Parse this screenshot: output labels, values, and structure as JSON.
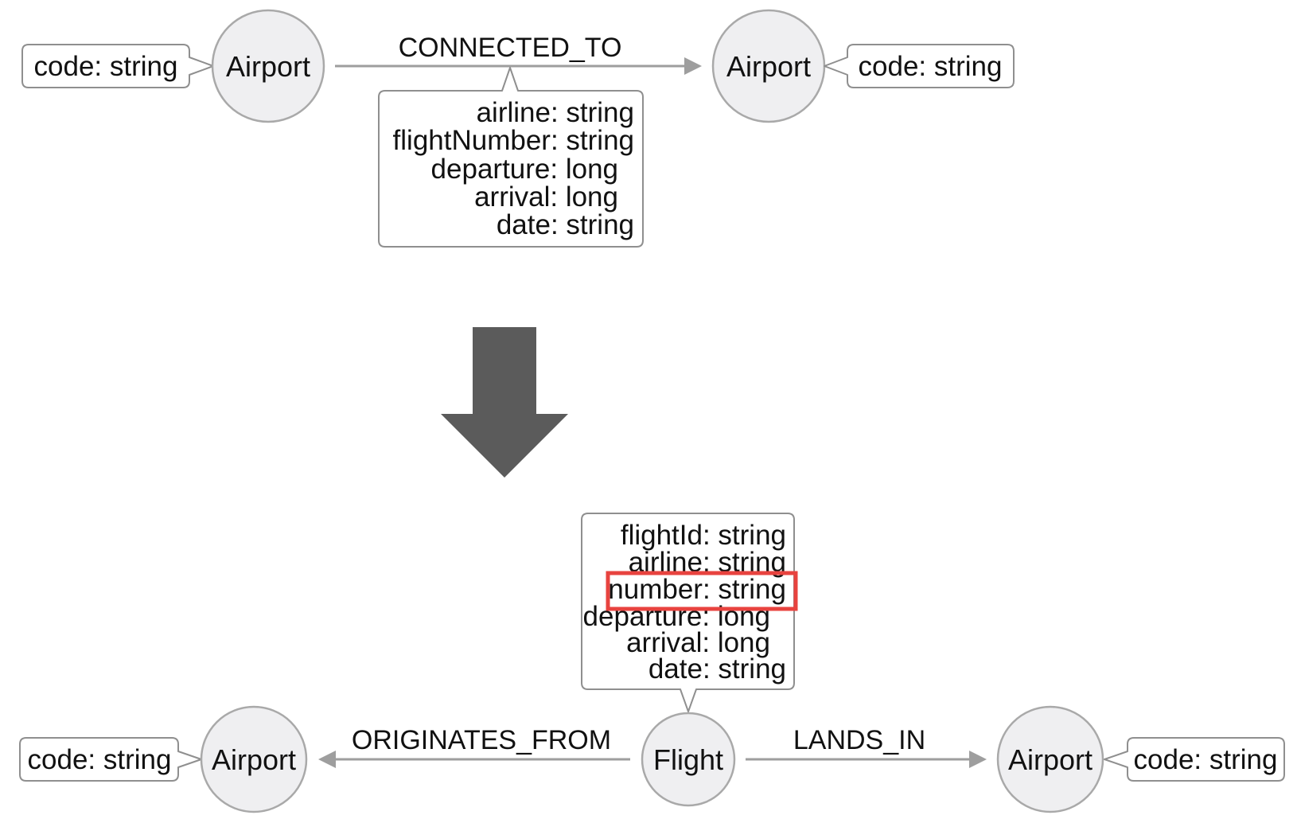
{
  "colors": {
    "highlight": "#e8433f",
    "transform_arrow": "#5b5b5b",
    "node_fill": "#efeff1",
    "node_stroke": "#a9a9a9",
    "edge": "#9e9e9e"
  },
  "before": {
    "left_node": {
      "label": "Airport",
      "property": "code: string"
    },
    "right_node": {
      "label": "Airport",
      "property": "code: string"
    },
    "edge": {
      "label": "CONNECTED_TO",
      "properties": [
        "airline: string",
        "flightNumber: string",
        "departure: long",
        "arrival: long",
        "date: string"
      ]
    }
  },
  "after": {
    "flight_node": {
      "label": "Flight",
      "properties": [
        "flightId: string",
        "airline: string",
        "number: string",
        "departure: long",
        "arrival: long",
        "date: string"
      ],
      "highlighted_property": "number: string"
    },
    "origin_node": {
      "label": "Airport",
      "property": "code: string"
    },
    "destination_node": {
      "label": "Airport",
      "property": "code: string"
    },
    "origin_edge": {
      "label": "ORIGINATES_FROM"
    },
    "destination_edge": {
      "label": "LANDS_IN"
    }
  }
}
